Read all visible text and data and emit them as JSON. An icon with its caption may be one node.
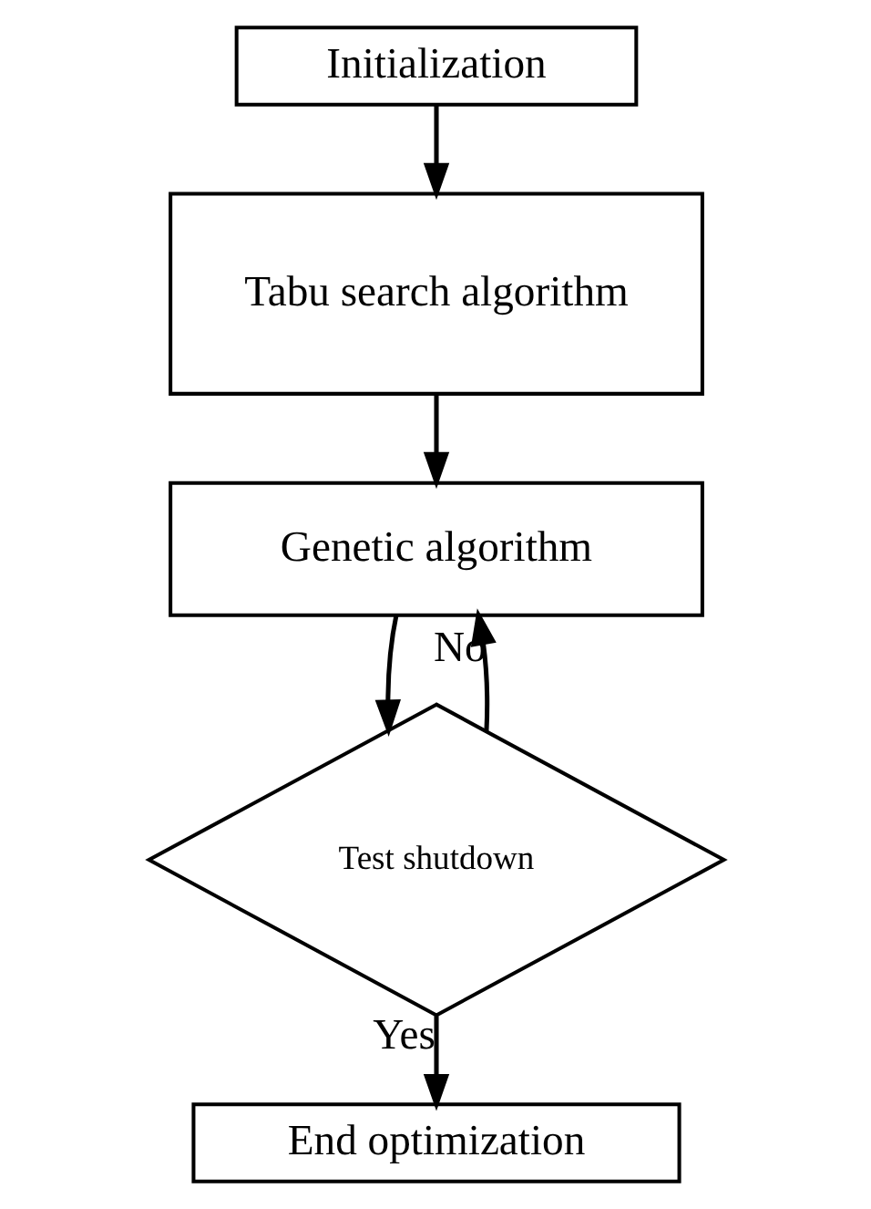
{
  "diagram": {
    "nodes": [
      {
        "text": [
          "Initialization"
        ]
      },
      {
        "text": [
          "Tabu search algorithm"
        ]
      },
      {
        "text": [
          "Genetic algorithm"
        ]
      },
      {
        "text": [
          "Test shutdown"
        ]
      },
      {
        "text": [
          "End optimization"
        ]
      }
    ],
    "edges": [
      {
        "from": 0,
        "to": 1,
        "arrow": "to"
      },
      {
        "from": 1,
        "to": 2,
        "arrow": "to"
      },
      {
        "from": 2,
        "to": 3,
        "arrow": "to"
      },
      {
        "from": 3,
        "to": 2,
        "arrow": "to",
        "label": "No"
      },
      {
        "from": 3,
        "to": 4,
        "arrow": "to",
        "label": "Yes"
      }
    ]
  }
}
